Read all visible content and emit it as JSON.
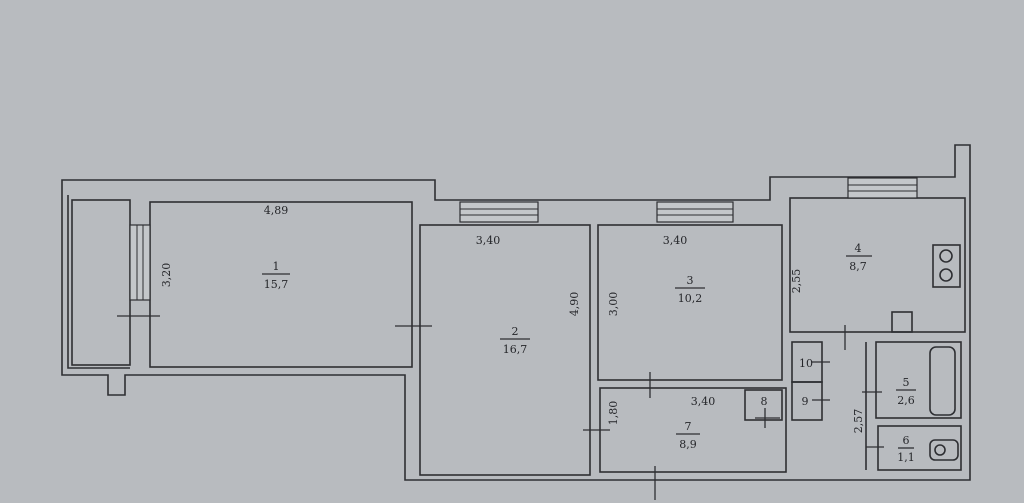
{
  "plan": {
    "paper_color": "#b8bbbf",
    "line_color": "#2e2f33",
    "rooms": [
      {
        "number": "1",
        "area": "15,7"
      },
      {
        "number": "2",
        "area": "16,7"
      },
      {
        "number": "3",
        "area": "10,2"
      },
      {
        "number": "4",
        "area": "8,7"
      },
      {
        "number": "5",
        "area": "2,6"
      },
      {
        "number": "6",
        "area": "1,1"
      },
      {
        "number": "7",
        "area": "8,9"
      },
      {
        "number": "8"
      },
      {
        "number": "9"
      },
      {
        "number": "10"
      }
    ],
    "dimensions": {
      "room1_width": "4,89",
      "room1_depth": "3,20",
      "room2_width": "3,40",
      "room2_depth": "4,90",
      "room3_width": "3,40",
      "room3_depth": "3,00",
      "room4_depth": "2,55",
      "room7_width": "3,40",
      "room7_depth": "1,80",
      "corridor_depth": "2,57"
    }
  }
}
